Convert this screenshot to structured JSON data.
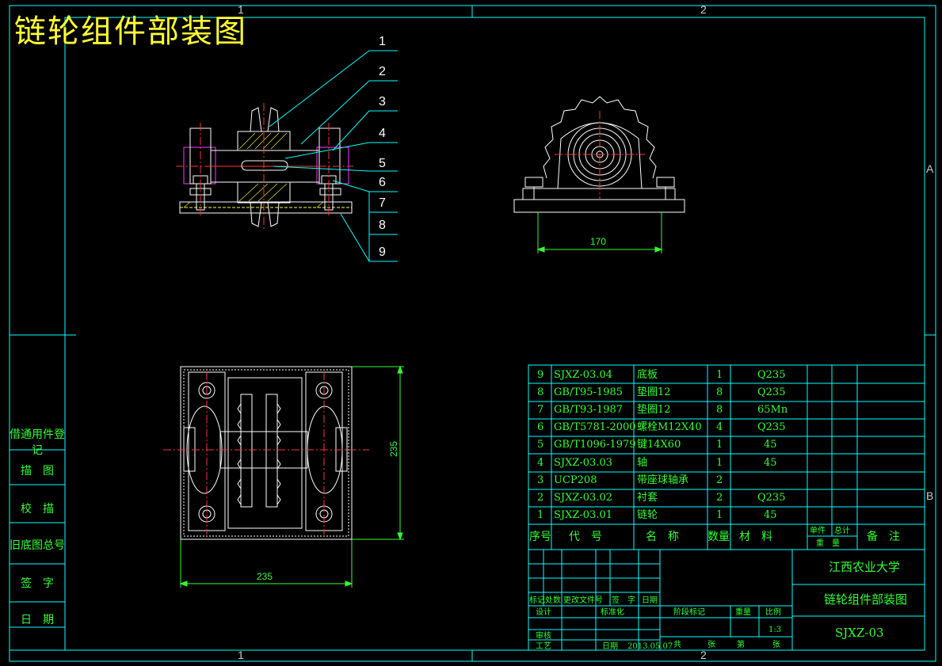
{
  "title": "链轮组件部装图",
  "zones": {
    "top": [
      "1",
      "2"
    ],
    "bottom": [
      "1",
      "2"
    ],
    "right": [
      "A",
      "B"
    ]
  },
  "balloons": [
    "1",
    "2",
    "3",
    "4",
    "5",
    "6",
    "7",
    "8",
    "9"
  ],
  "dimensions": {
    "side_width": "170",
    "plan_width": "235",
    "plan_height": "235"
  },
  "side_panel": [
    "借通用件登记",
    "描　图",
    "校　描",
    "旧底图总号",
    "签　字",
    "日　期"
  ],
  "bom": {
    "rows": [
      {
        "no": "9",
        "code": "SJXZ-03.04",
        "name": "底板",
        "qty": "1",
        "material": "Q235"
      },
      {
        "no": "8",
        "code": "GB/T95-1985",
        "name": "垫圈12",
        "qty": "8",
        "material": "Q235"
      },
      {
        "no": "7",
        "code": "GB/T93-1987",
        "name": "垫圈12",
        "qty": "8",
        "material": "65Mn"
      },
      {
        "no": "6",
        "code": "GB/T5781-2000",
        "name": "螺栓M12X40",
        "qty": "4",
        "material": "Q235"
      },
      {
        "no": "5",
        "code": "GB/T1096-1979",
        "name": "键14X60",
        "qty": "1",
        "material": "45"
      },
      {
        "no": "4",
        "code": "SJXZ-03.03",
        "name": "轴",
        "qty": "1",
        "material": "45"
      },
      {
        "no": "3",
        "code": "UCP208",
        "name": "带座球轴承",
        "qty": "2",
        "material": ""
      },
      {
        "no": "2",
        "code": "SJXZ-03.02",
        "name": "衬套",
        "qty": "2",
        "material": "Q235"
      },
      {
        "no": "1",
        "code": "SJXZ-03.01",
        "name": "链轮",
        "qty": "1",
        "material": "45"
      }
    ],
    "header": {
      "no": "序号",
      "code": "代　号",
      "name": "名　称",
      "qty": "数量",
      "material": "材　料",
      "unit_weight": "单件",
      "total_weight": "总计",
      "weight": "重　量",
      "remark": "备　注"
    }
  },
  "title_block": {
    "school": "江西农业大学",
    "drawing_name": "链轮组件部装图",
    "drawing_no": "SJXZ-03",
    "labels": {
      "mark": "标记",
      "count": "处数",
      "change_doc": "更改文件号",
      "sign": "签　字",
      "date": "日期",
      "design": "设计",
      "standardize": "标准化",
      "review": "审核",
      "process": "工艺",
      "stage": "阶段标记",
      "weight": "重量",
      "scale": "比例",
      "total": "共",
      "sheet": "张",
      "no": "第",
      "of": "张",
      "date2": "日期"
    },
    "scale": "1:3",
    "date_value": "2013.05.07"
  },
  "colors": {
    "frame": "#00ffff",
    "geometry": "#ffffff",
    "hidden": "#ff33ff",
    "center": "#ff3333",
    "text": "#33ff33",
    "title": "#ffff33"
  }
}
